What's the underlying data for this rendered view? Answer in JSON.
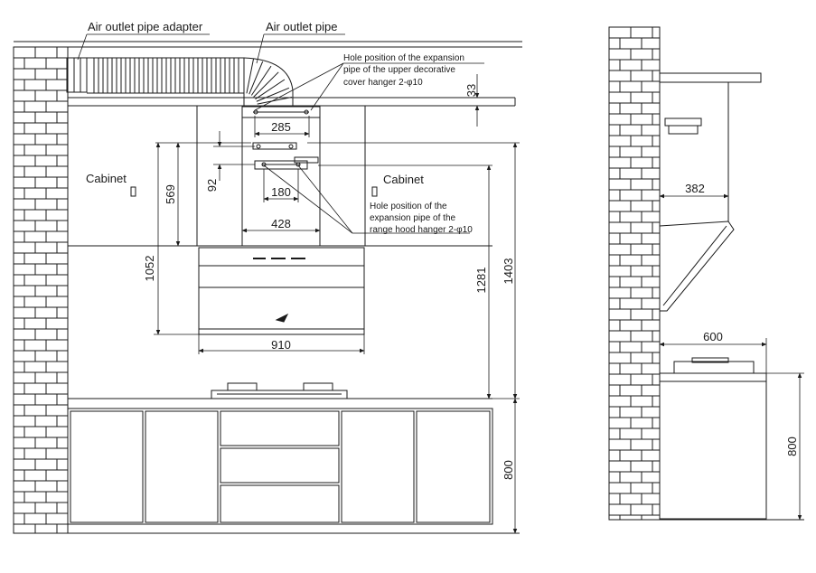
{
  "labels": {
    "air_outlet_pipe_adapter": "Air outlet pipe adapter",
    "air_outlet_pipe": "Air outlet pipe",
    "cabinet_left": "Cabinet",
    "cabinet_right": "Cabinet",
    "upper_hole_note": [
      "Hole position of the expansion",
      "pipe of the upper decorative",
      "cover hanger 2-φ10"
    ],
    "lower_hole_note": [
      "Hole position of the",
      "expansion pipe of the",
      "range hood hanger 2-φ10"
    ]
  },
  "dimensions": {
    "upper_gap": "33",
    "upper_hanger_spacing": "285",
    "bracket_offset": "92",
    "lower_hanger_spacing": "180",
    "chimney_width": "428",
    "cabinet_to_hood": "569",
    "hood_bottom_height": "1052",
    "hood_width": "910",
    "hood_to_worktop": "1281",
    "ceiling_to_worktop": "1403",
    "counter_height_front": "800",
    "side_chimney_depth": "382",
    "side_counter_depth": "600",
    "counter_height_side": "800"
  },
  "colors": {
    "line": "#1a1a1a",
    "brick": "#ffffff"
  }
}
